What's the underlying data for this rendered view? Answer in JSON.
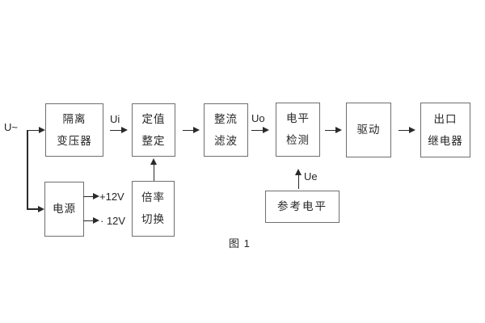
{
  "figure": {
    "caption": "图 1",
    "colors": {
      "background": "#ffffff",
      "line": "#2a2a2a",
      "box_border": "#6f6f6f",
      "text": "#262626"
    }
  },
  "diagram": {
    "input_label": "U~",
    "boxes": [
      {
        "id": "isolation-transformer",
        "lines": [
          "隔离",
          "变压器"
        ]
      },
      {
        "id": "setting-adjust",
        "lines": [
          "定值",
          "整定"
        ]
      },
      {
        "id": "rectifier-filter",
        "lines": [
          "整流",
          "滤波"
        ]
      },
      {
        "id": "level-detection",
        "lines": [
          "电平",
          "检测"
        ]
      },
      {
        "id": "drive",
        "lines": [
          "驱动"
        ]
      },
      {
        "id": "output-relay",
        "lines": [
          "出口",
          "继电器"
        ]
      },
      {
        "id": "power-supply",
        "lines": [
          "电源"
        ]
      },
      {
        "id": "rate-switch",
        "lines": [
          "倍率",
          "切换"
        ]
      },
      {
        "id": "reference-level",
        "lines": [
          "参考电平"
        ]
      }
    ],
    "signal_labels": {
      "ui": "Ui",
      "uo": "Uo",
      "ue": "Ue",
      "plus12": "+12V",
      "minus12": "· 12V"
    }
  }
}
